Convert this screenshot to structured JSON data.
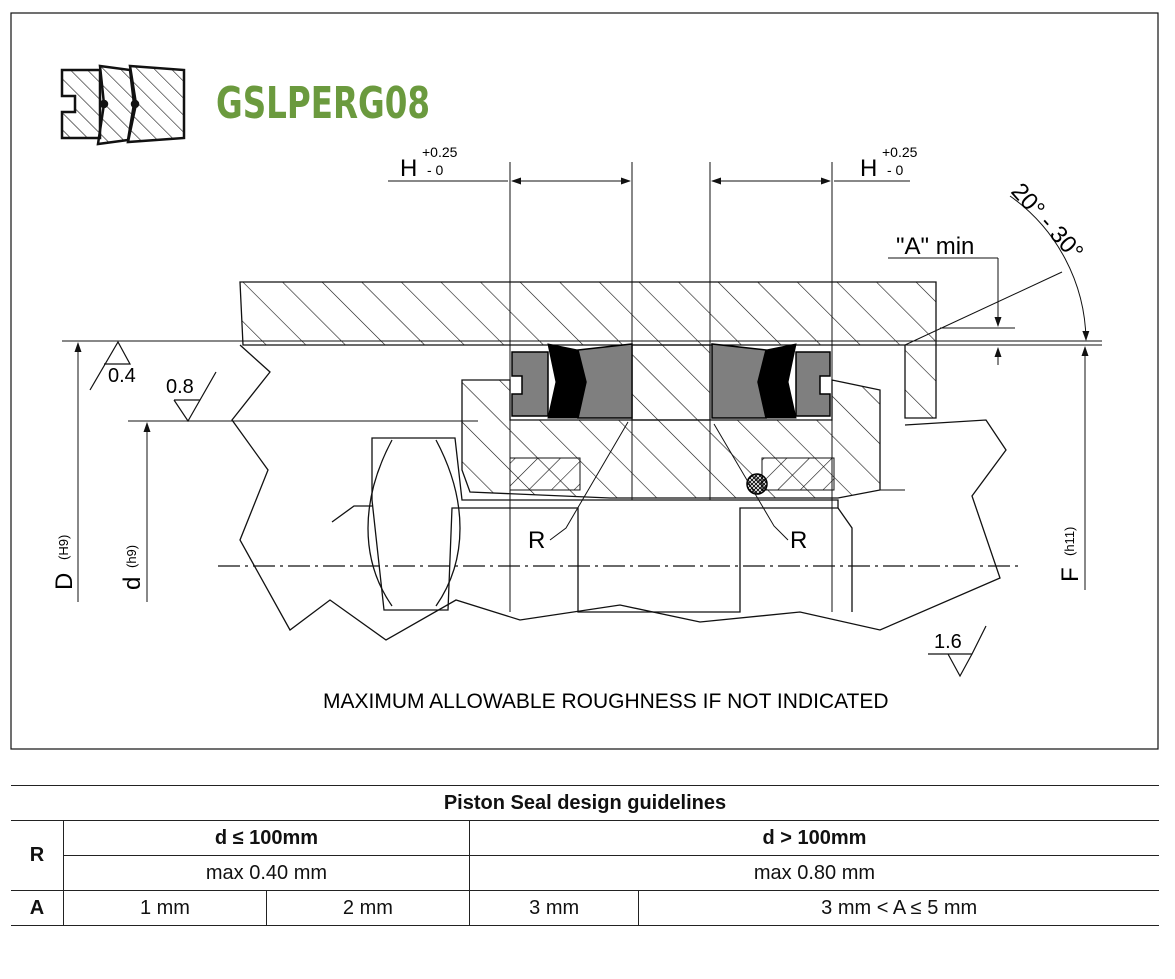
{
  "product_code": "GSLPERG08",
  "colors": {
    "title": "#6b9a3e",
    "seal_gray": "#7f7f7f",
    "seal_black": "#000000",
    "line": "#111111"
  },
  "labels": {
    "groove_width": "H",
    "tol_upper": "+0.25",
    "tol_lower": "- 0",
    "a_min": "\"A\" min",
    "angle": "20° - 30°",
    "roughness_04": "0.4",
    "roughness_08": "0.8",
    "roughness_16": "1.6",
    "radius": "R",
    "bore_dia": "D",
    "bore_tol": "(H9)",
    "groove_dia": "d",
    "groove_tol": "(h9)",
    "rod_dia": "F",
    "rod_tol": "(h11)",
    "note": "MAXIMUM ALLOWABLE ROUGHNESS IF NOT INDICATED"
  },
  "table": {
    "caption": "Piston Seal design guidelines",
    "r_label": "R",
    "a_label": "A",
    "col_small": "d ≤ 100mm",
    "col_large": "d > 100mm",
    "r_small": "max 0.40 mm",
    "r_large": "max 0.80 mm",
    "a_values": [
      "1 mm",
      "2 mm",
      "3 mm",
      "3 mm < A ≤ 5 mm"
    ]
  }
}
